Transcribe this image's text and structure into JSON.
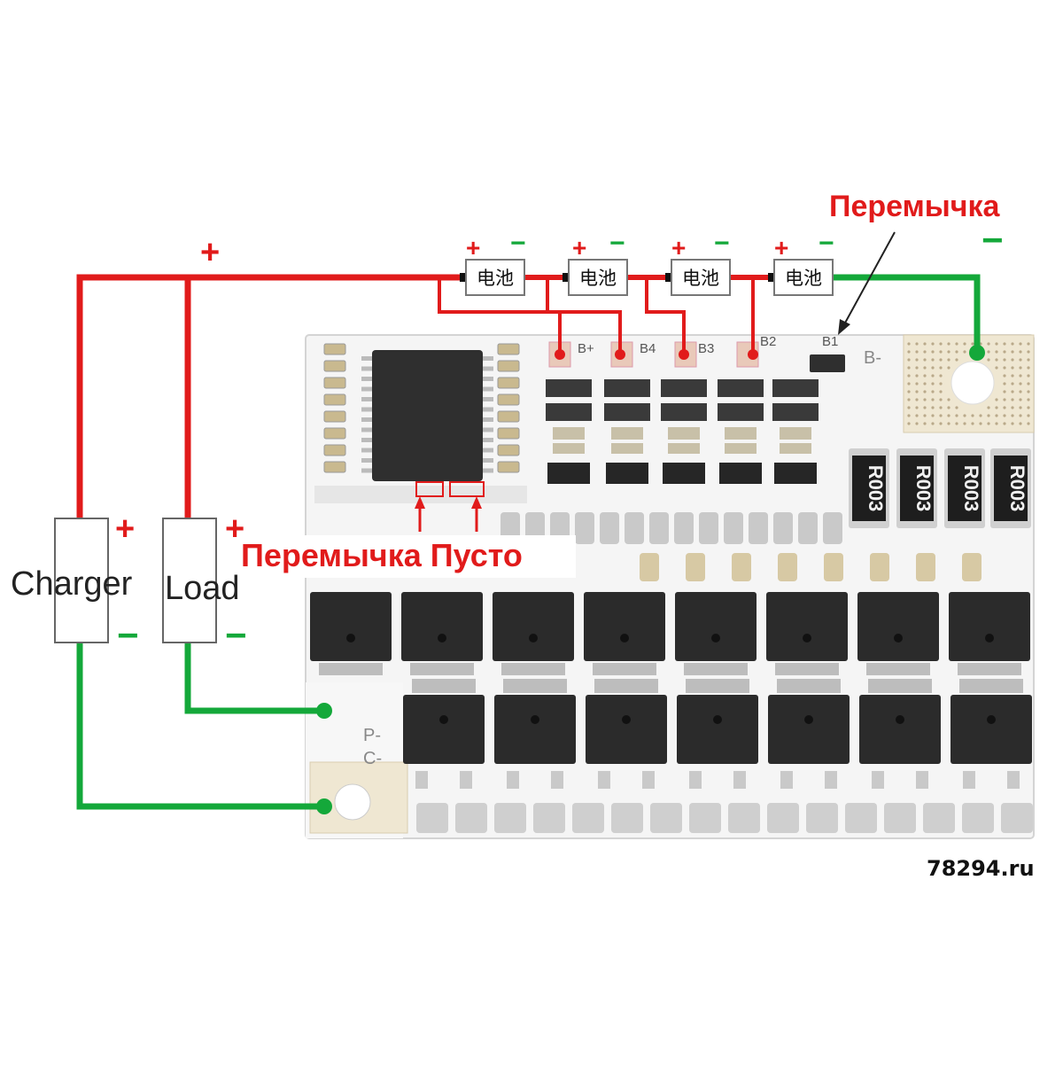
{
  "annotations": {
    "jumper_label": "Перемычка",
    "jumper_empty_label": "Перемычка Пусто"
  },
  "devices": {
    "charger": {
      "label": "Charger",
      "plus": "+",
      "minus": "−"
    },
    "load": {
      "label": "Load",
      "plus": "+",
      "minus": "−"
    }
  },
  "bus": {
    "plus_sign": "+",
    "minus_sign": "−"
  },
  "cells": [
    {
      "label": "电池",
      "plus": "+",
      "minus": "−"
    },
    {
      "label": "电池",
      "plus": "+",
      "minus": "−"
    },
    {
      "label": "电池",
      "plus": "+",
      "minus": "−"
    },
    {
      "label": "电池",
      "plus": "+",
      "minus": "−"
    }
  ],
  "board_silkscreen": {
    "pads": [
      "B+",
      "B4",
      "B3",
      "B2",
      "B1"
    ],
    "b_minus": "B-",
    "p_minus": "P-",
    "c_minus": "C-",
    "resistor_code": "R003"
  },
  "watermark": "78294.ru",
  "colors": {
    "positive_wire": "#e11b1b",
    "negative_wire": "#14a83a",
    "pcb": "#f4f4f4",
    "mosfet": "#2b2b2b"
  }
}
